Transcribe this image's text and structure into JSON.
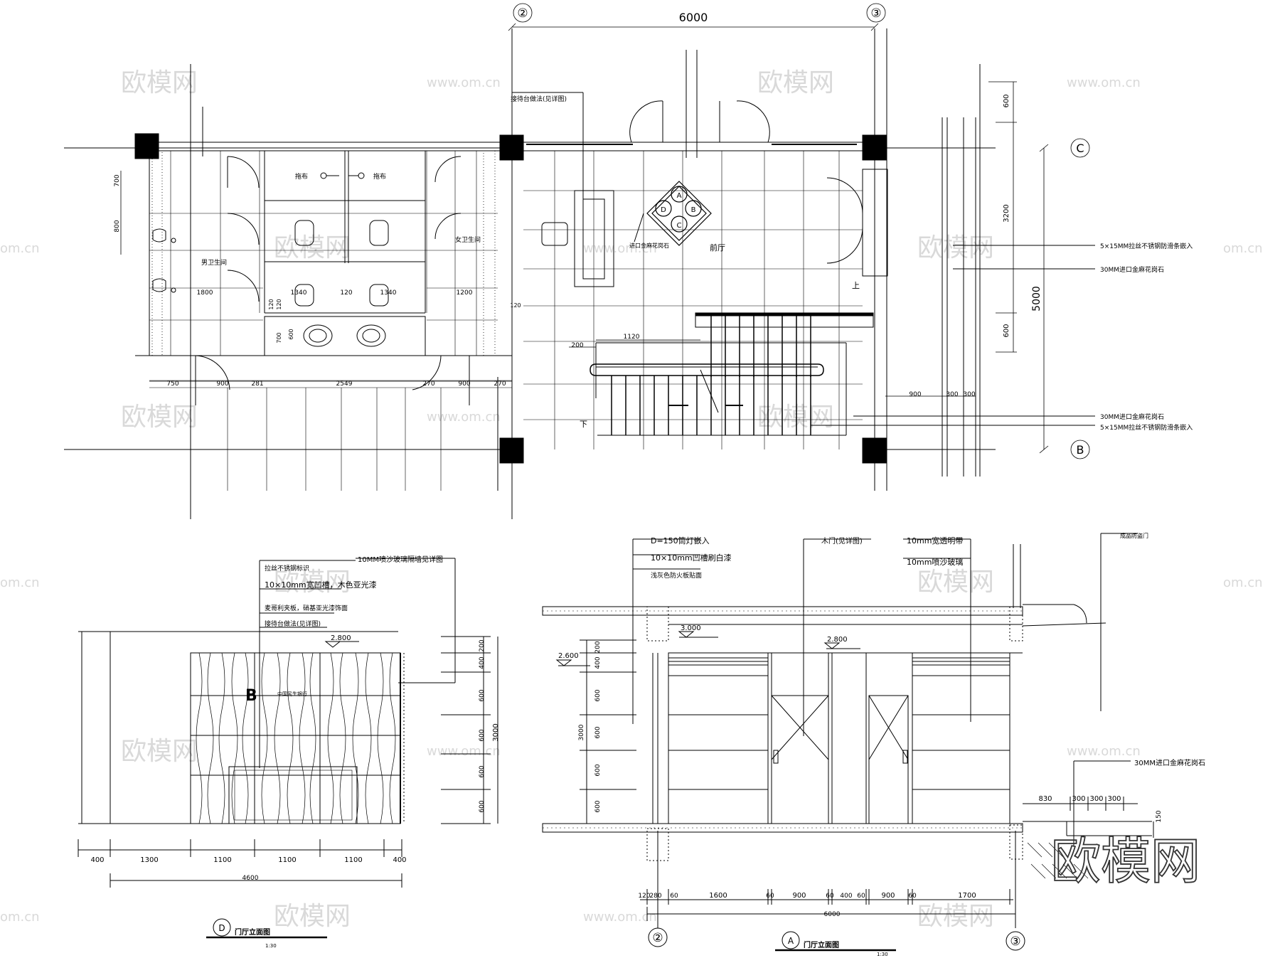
{
  "plan": {
    "axes": {
      "two": "②",
      "three": "③",
      "b": "B",
      "c": "C"
    },
    "top_dimension": "6000",
    "right_dimension_total": "5000",
    "right_dimensions": [
      "600",
      "3200",
      "600"
    ],
    "bottom_dimensions": [
      "750",
      "900",
      "281",
      "2549",
      "270",
      "900",
      "270"
    ],
    "left_dimensions": [
      "700",
      "800"
    ],
    "toilet_dims": [
      "1800",
      "1340",
      "120",
      "1340",
      "1200",
      "120",
      "120",
      "600",
      "700",
      "120"
    ],
    "stair_dims": [
      "200",
      "1120"
    ],
    "right_lower_dims": [
      "900",
      "300",
      "300"
    ],
    "room_labels": {
      "male_toilet": "男卫生间",
      "female_toilet": "女卫生间",
      "lobby": "前厅",
      "mop1": "拖布",
      "mop2": "拖布",
      "up": "上",
      "down": "下"
    },
    "medallion_letters": [
      "A",
      "B",
      "C",
      "D"
    ],
    "notes": {
      "reception": "接待台做法(见详图)",
      "stone_inlay": "进口金麻花岗石",
      "strip_top": "5×15MM拉丝不锈钢防滑条嵌入",
      "granite_top": "30MM进口金麻花岗石",
      "granite_bottom": "30MM进口金麻花岗石",
      "strip_bottom": "5×15MM拉丝不锈钢防滑条嵌入"
    }
  },
  "elevation_d": {
    "callouts": [
      "10MM喷沙玻璃隔墙见详图",
      "拉丝不锈钢标识",
      "10×10mm宽凹槽，木色亚光漆",
      "麦哥利夹板，硝基亚光漆饰面",
      "接待台做法(见详图)"
    ],
    "level": "2.800",
    "right_dims": [
      "200",
      "400",
      "600",
      "600",
      "600",
      "600"
    ],
    "height_total": "3000",
    "bottom_dims": [
      "400",
      "1300",
      "1100",
      "1100",
      "1100",
      "400"
    ],
    "total_width": "4600",
    "logo_text": "B",
    "logo_caption": "中国民生银行",
    "title_letter": "D",
    "title": "门厅立面图",
    "scale": "1:30"
  },
  "elevation_a": {
    "callouts_left": [
      "D=150筒灯嵌入",
      "10×10mm凹槽刷白漆",
      "浅灰色防火板贴面"
    ],
    "callouts_mid": [
      "木门(见详图)"
    ],
    "callouts_right": [
      "10mm宽透明带",
      "10mm喷沙玻璃"
    ],
    "callout_far": "成品防盗门",
    "granite_note": "30MM进口金麻花岗石",
    "levels": [
      "3.000",
      "2.600",
      "2.800"
    ],
    "left_dims": [
      "200",
      "400",
      "600",
      "600",
      "600",
      "600"
    ],
    "height_total": "3000",
    "bottom_dims": [
      "120",
      "280",
      "60",
      "1600",
      "60",
      "900",
      "60",
      "400",
      "60",
      "900",
      "60",
      "1700"
    ],
    "total_width": "6000",
    "step_dims": [
      "830",
      "300",
      "300",
      "300"
    ],
    "step_height": "150",
    "axis_left": "②",
    "axis_right": "③",
    "title_letter": "A",
    "title": "门厅立面图",
    "scale": "1:30"
  },
  "watermarks": {
    "brand": "欧模网",
    "url": "www.om.cn",
    "url_short": "om.cn",
    "big": "欧模网"
  }
}
